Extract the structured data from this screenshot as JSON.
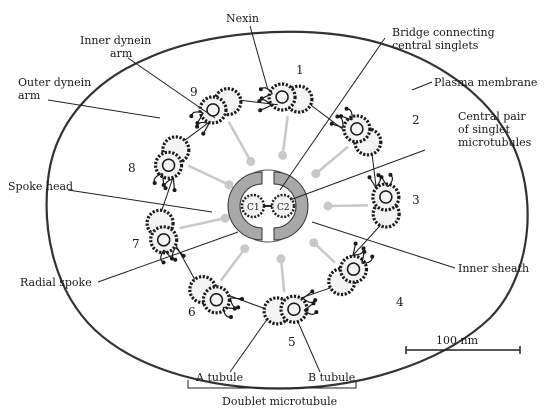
{
  "labels": {
    "nexin": "Nexin",
    "bridge_line1": "Bridge connecting",
    "bridge_line2": "central singlets",
    "inner_dynein_line1": "Inner dynein",
    "inner_dynein_line2": "arm",
    "outer_dynein_line1": "Outer dynein",
    "outer_dynein_line2": "arm",
    "plasma_membrane": "Plasma membrane",
    "central_pair_line1": "Central pair",
    "central_pair_line2": "of singlet",
    "central_pair_line3": "microtubules",
    "spoke_head": "Spoke head",
    "inner_sheath": "Inner sheath",
    "radial_spoke": "Radial spoke",
    "a_tubule": "A tubule",
    "b_tubule": "B tubule",
    "doublet_microtubule": "Doublet microtubule",
    "scale": "100 nm",
    "central_c1": "C1",
    "central_c2": "C2"
  },
  "doublet_numbers": [
    "1",
    "2",
    "3",
    "4",
    "5",
    "6",
    "7",
    "8",
    "9"
  ],
  "colors": {
    "ink": "#1a1a1a",
    "membrane": "#333333",
    "spoke": "#c8c8c8",
    "sheath": "#9a9a9a",
    "tubule_fill": "#f4f4f4"
  }
}
